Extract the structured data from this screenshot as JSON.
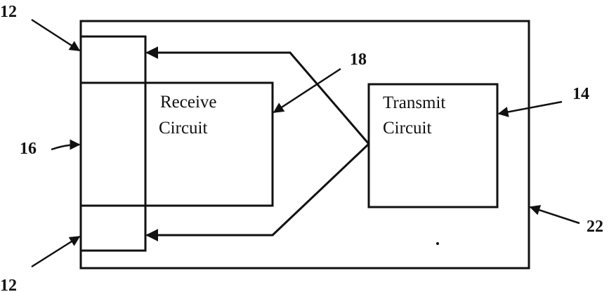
{
  "receive_circuit": {
    "line1": "Receive",
    "line2": "Circuit"
  },
  "transmit_circuit": {
    "line1": "Transmit",
    "line2": "Circuit"
  },
  "refs": {
    "r12_top": "12",
    "r12_bottom": "12",
    "r14": "14",
    "r16": "16",
    "r18": "18",
    "r22": "22"
  }
}
